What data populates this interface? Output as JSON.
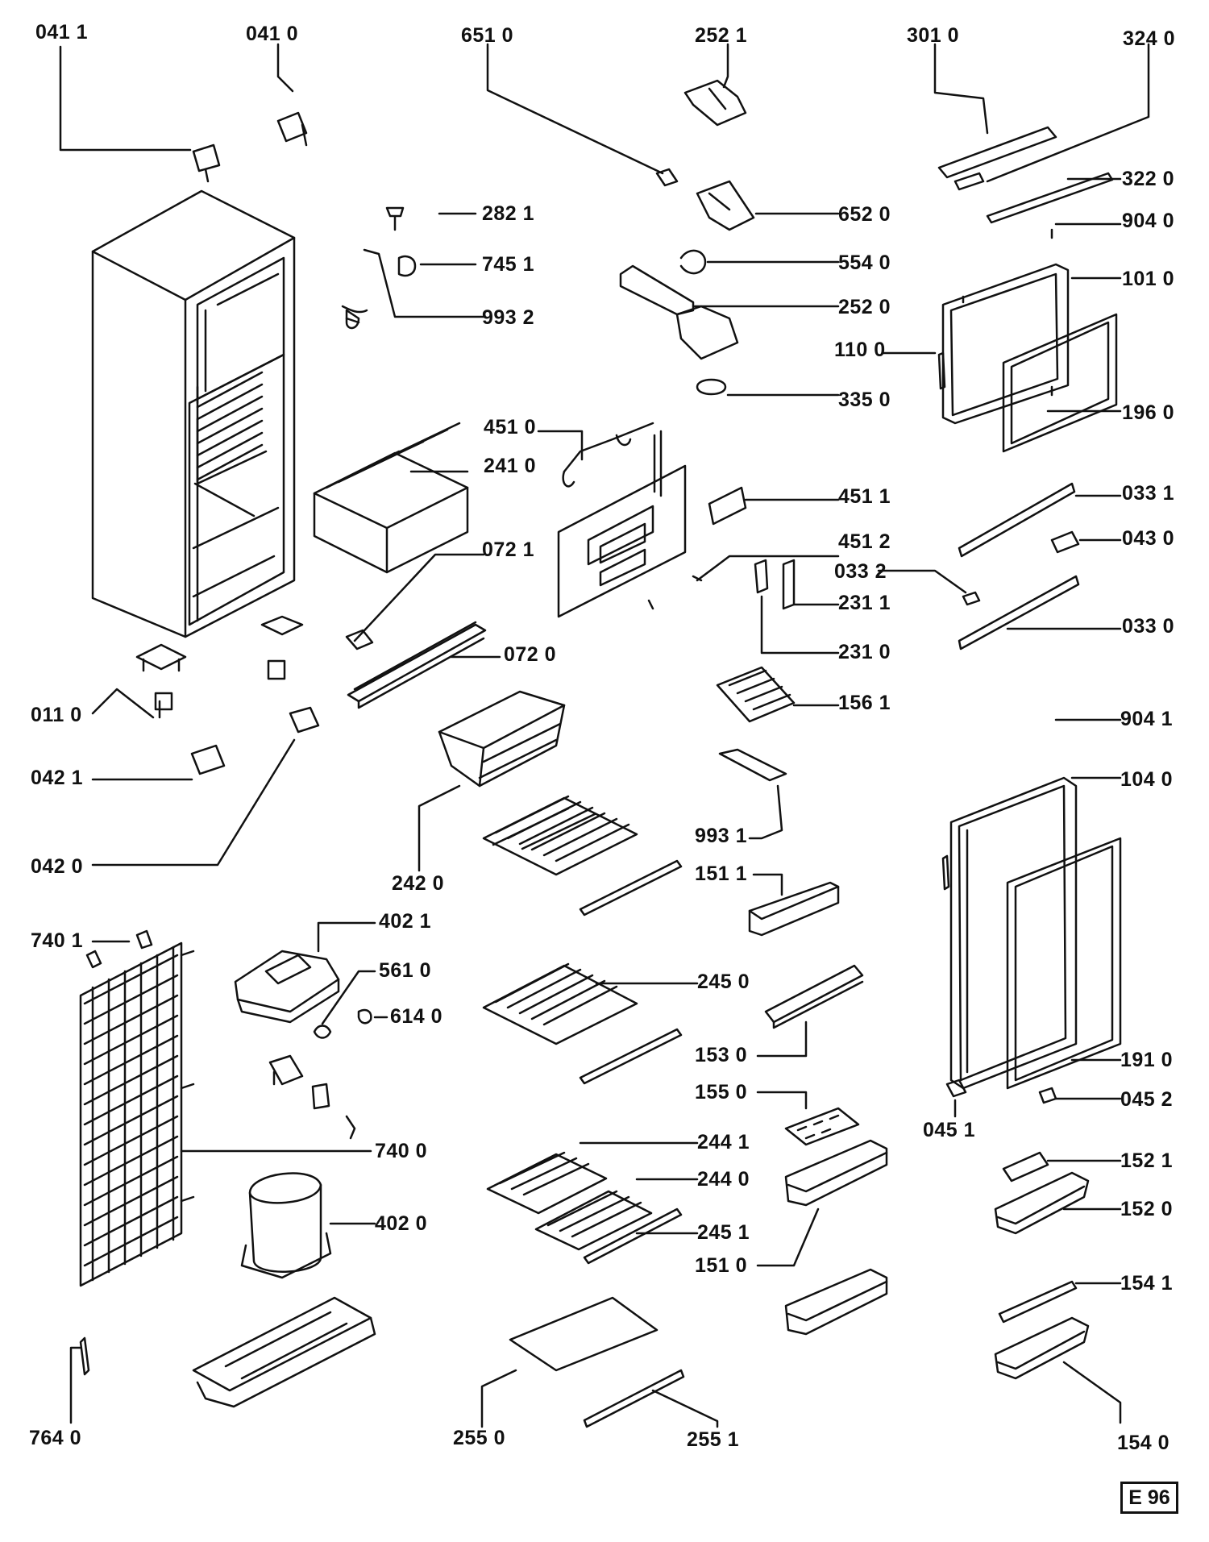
{
  "diagram": {
    "reference_code": "E 96",
    "part_labels": {
      "p0411": "041 1",
      "p0410": "041 0",
      "p6510": "651 0",
      "p2521": "252 1",
      "p3010": "301 0",
      "p3240": "324 0",
      "p3220": "322 0",
      "p2821": "282 1",
      "p6520": "652 0",
      "p9040": "904 0",
      "p7451": "745 1",
      "p5540": "554 0",
      "p1010": "101 0",
      "p9932": "993 2",
      "p2520": "252 0",
      "p1100": "110 0",
      "p3350": "335 0",
      "p1960": "196 0",
      "p4510": "451 0",
      "p2410": "241 0",
      "p4511": "451 1",
      "p0331": "033 1",
      "p4512": "451 2",
      "p0430": "043 0",
      "p0721": "072 1",
      "p0332": "033 2",
      "p2311": "231 1",
      "p0330": "033 0",
      "p2310": "231 0",
      "p0720": "072 0",
      "p1561": "156 1",
      "p0110": "011 0",
      "p9041": "904 1",
      "p0421": "042 1",
      "p1040": "104 0",
      "p9931": "993 1",
      "p0420": "042 0",
      "p2420": "242 0",
      "p1511": "151 1",
      "p4021": "402 1",
      "p7401": "740 1",
      "p5610": "561 0",
      "p2450": "245 0",
      "p6140": "614 0",
      "p1530": "153 0",
      "p1910": "191 0",
      "p1550": "155 0",
      "p0452": "045 2",
      "p0451": "045 1",
      "p2441": "244 1",
      "p7400": "740 0",
      "p1521": "152 1",
      "p2440": "244 0",
      "p1520": "152 0",
      "p4020": "402 0",
      "p2451": "245 1",
      "p1510": "151 0",
      "p1541": "154 1",
      "p7640": "764 0",
      "p2550": "255 0",
      "p2551": "255 1",
      "p1540": "154 0"
    }
  }
}
